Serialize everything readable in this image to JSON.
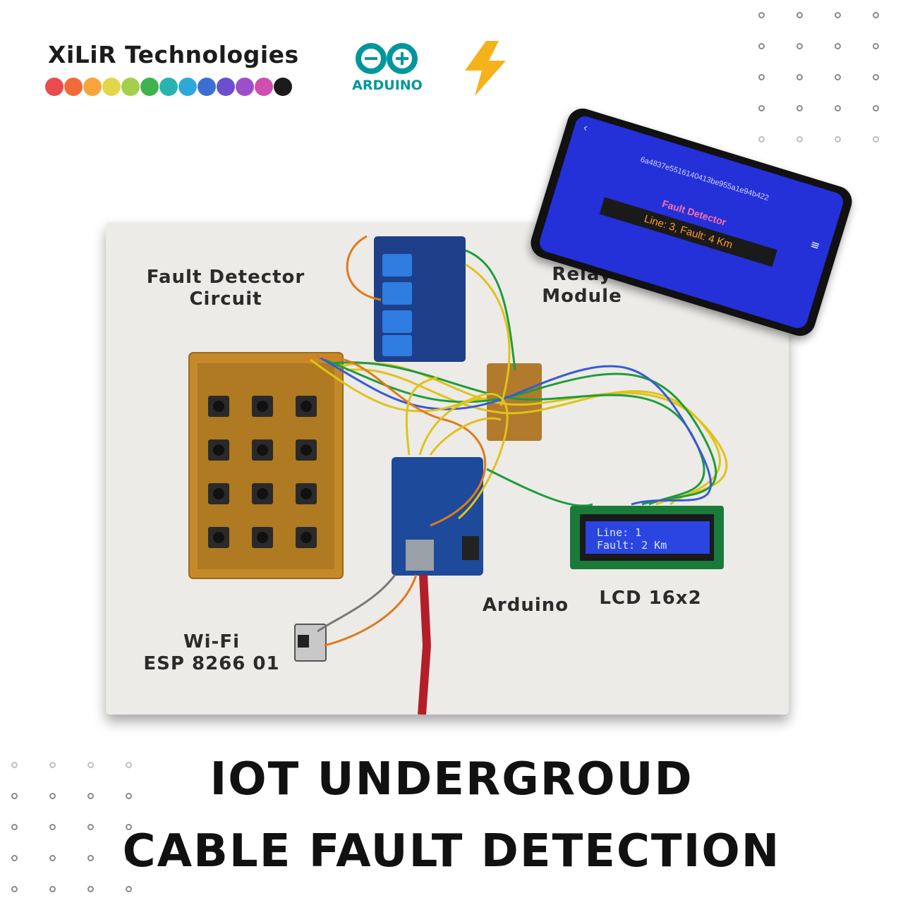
{
  "brand": {
    "name": "XiLiR Technologies",
    "dot_colors": [
      "#e84c4c",
      "#f26a3a",
      "#f7a53a",
      "#e4d64a",
      "#a3cf4a",
      "#3fb34f",
      "#27b3b0",
      "#2ea8d8",
      "#3b6fd2",
      "#6b4fcf",
      "#9b4fc8",
      "#d04fae",
      "#1b1b1b"
    ]
  },
  "logos": {
    "arduino_text": "ARDUINO",
    "arduino_color": "#00979c",
    "bolt_color": "#f6b21a"
  },
  "labels": {
    "fault_detector": "Fault Detector\nCircuit",
    "relay_module": "Relay\nModule",
    "arduino": "Arduino",
    "lcd": "LCD 16x2",
    "wifi": "Wi-Fi\nESP 8266 01"
  },
  "lcd": {
    "line1": "Line: 1",
    "line2": "Fault: 2 Km"
  },
  "phone": {
    "device_id": "6a4837e5516140413be955a1e94b422",
    "app_title": "Fault Detector",
    "message": "Line: 3, Fault: 4 Km",
    "screen_color": "#2430d8"
  },
  "title": {
    "line1": "IOT UNDERGROUD",
    "line2": "CABLE FAULT DETECTION"
  }
}
